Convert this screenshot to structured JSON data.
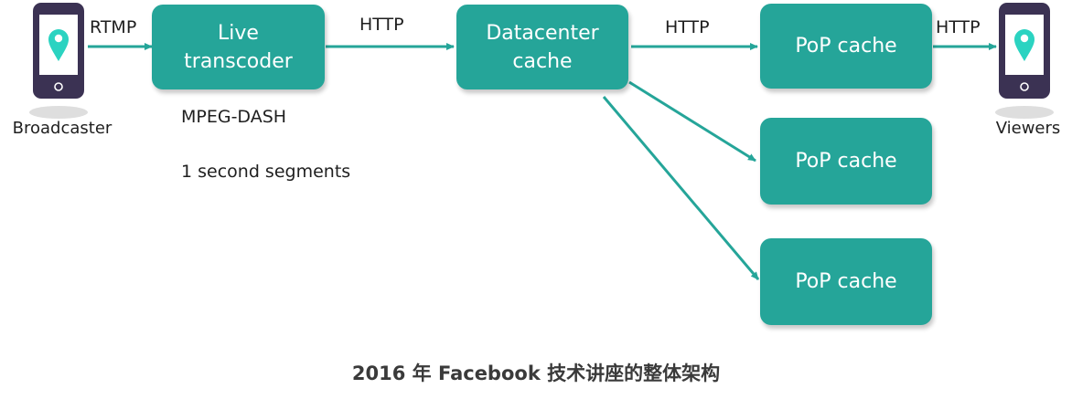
{
  "nodes": {
    "transcoder": "Live\ntranscoder",
    "datacenter": "Datacenter\ncache",
    "pop_1": "PoP cache",
    "pop_2": "PoP cache",
    "pop_3": "PoP cache"
  },
  "edges": {
    "broadcaster_to_transcoder": "RTMP",
    "transcoder_to_datacenter": "HTTP",
    "datacenter_to_pop": "HTTP",
    "pop_to_viewers": "HTTP"
  },
  "annotations": {
    "format": "MPEG-DASH",
    "segments": "1 second segments"
  },
  "devices": {
    "broadcaster": "Broadcaster",
    "viewers": "Viewers"
  },
  "caption": "2016 年 Facebook 技术讲座的整体架构",
  "colors": {
    "node": "#25a599",
    "arrow": "#25a599",
    "device_body": "#3b3253",
    "device_screen": "#ffffff",
    "location_pin": "#2bd3c1"
  },
  "icons": {
    "device": "smartphone-icon",
    "pin": "location-pin-icon"
  }
}
